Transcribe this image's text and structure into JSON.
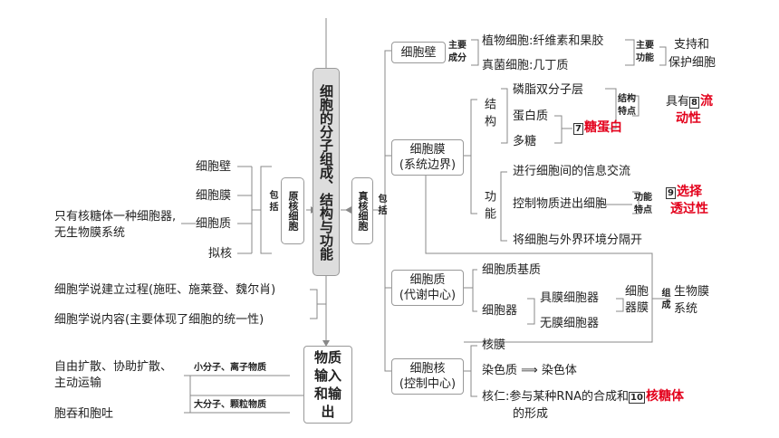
{
  "center": {
    "title": "细胞的分子组成、结构与功能"
  },
  "transport": {
    "title": "物质输入和输出",
    "small_label": "小分子、离子物质",
    "large_label": "大分子、颗粒物质",
    "item1": "自由扩散、协助扩散、",
    "item1b": "主动运输",
    "item2": "胞吞和胞吐"
  },
  "left": {
    "prokaryote_label": "原核细胞",
    "include": "包括",
    "items": [
      "细胞壁",
      "细胞膜",
      "细胞质",
      "拟核"
    ],
    "ribosome_note": "只有核糖体一种细胞器,",
    "ribosome_note2": "无生物膜系统",
    "theory1": "细胞学说建立过程(施旺、施莱登、魏尔肖)",
    "theory2": "细胞学说内容(主要体现了细胞的统一性)"
  },
  "right": {
    "eukaryote_label": "真核细胞",
    "include": "包括",
    "wall": {
      "title": "细胞壁",
      "comp": "主要成分",
      "plant": "植物细胞:纤维素和果胶",
      "fungi": "真菌细胞:几丁质",
      "func_label": "主要功能",
      "func": "支持和",
      "func2": "保护细胞"
    },
    "membrane": {
      "title": "细胞膜",
      "subtitle": "(系统边界)",
      "structure": "结构",
      "lipid": "磷脂双分子层",
      "protein": "蛋白质",
      "sugar": "多糖",
      "n7": "7",
      "glycoprotein": "糖蛋白",
      "struct_feat": "结构特点",
      "has": "具有",
      "n8": "8",
      "fluidity1": "流",
      "fluidity2": "动性",
      "function": "功能",
      "f1": "进行细胞间的信息交流",
      "f2": "控制物质进出细胞",
      "f3": "将细胞与外界环境分隔开",
      "func_feat": "功能特点",
      "n9": "9",
      "selective1": "选择",
      "selective2": "透过性"
    },
    "cytoplasm": {
      "title": "细胞质",
      "subtitle": "(代谢中心)",
      "matrix": "细胞质基质",
      "organelle": "细胞器",
      "membranous": "具膜细胞器",
      "nonmembranous": "无膜细胞器",
      "organelle_membrane": "细胞器膜",
      "compose": "组成",
      "biomembrane": "生物膜",
      "biomembrane2": "系统"
    },
    "nucleus": {
      "title": "细胞核",
      "subtitle": "(控制中心)",
      "envelope": "核膜",
      "chromatin": "染色质 ⟹ 染色体",
      "nucleolus": "核仁:参与某种RNA的合成和",
      "nucleolus2": "的形成",
      "n10": "10",
      "ribosome": "核糖体"
    }
  }
}
